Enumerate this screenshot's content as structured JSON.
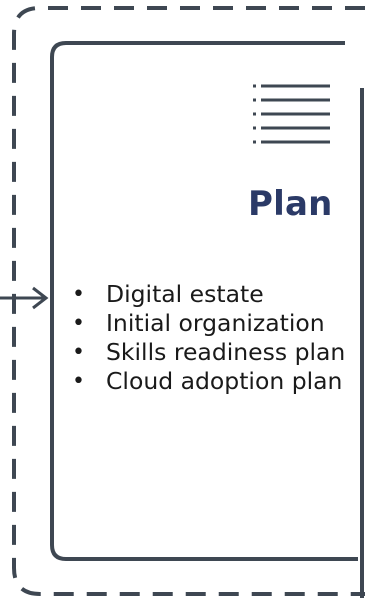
{
  "card": {
    "title": "Plan",
    "icon": "list-icon",
    "items": [
      "Digital estate",
      "Initial organization",
      "Skills readiness plan",
      "Cloud adoption plan"
    ]
  },
  "colors": {
    "stroke": "#3e4752",
    "title": "#2b3a67",
    "text": "#1a1a1a",
    "background": "#ffffff"
  }
}
